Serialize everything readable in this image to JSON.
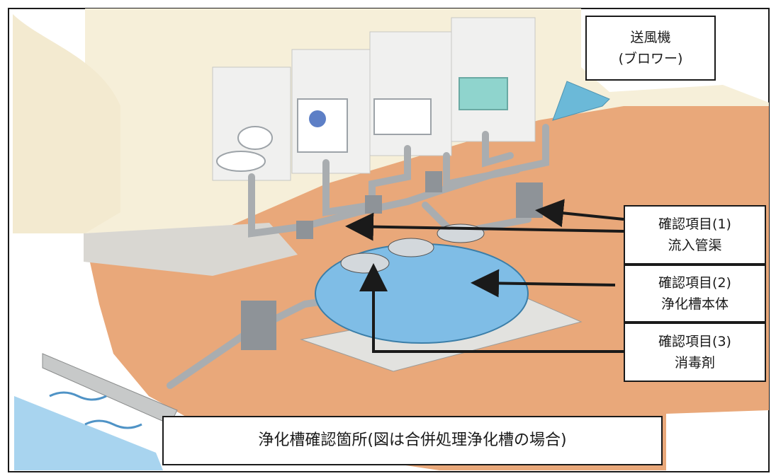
{
  "blower": {
    "line1": "送風機",
    "line2": "(ブロワー)"
  },
  "checks": [
    {
      "title": "確認項目(1)",
      "name": "流入管渠"
    },
    {
      "title": "確認項目(2)",
      "name": "浄化槽本体"
    },
    {
      "title": "確認項目(3)",
      "name": "消毒剤"
    }
  ],
  "caption": "浄化槽確認箇所(図は合併処理浄化槽の場合)",
  "colors": {
    "wall": "#f6efd9",
    "ground": "#e9a87a",
    "tank": "#7fbde6",
    "pipe": "#a9adb0",
    "water": "#a8d4ef",
    "frame_line": "#1a1a1a"
  }
}
